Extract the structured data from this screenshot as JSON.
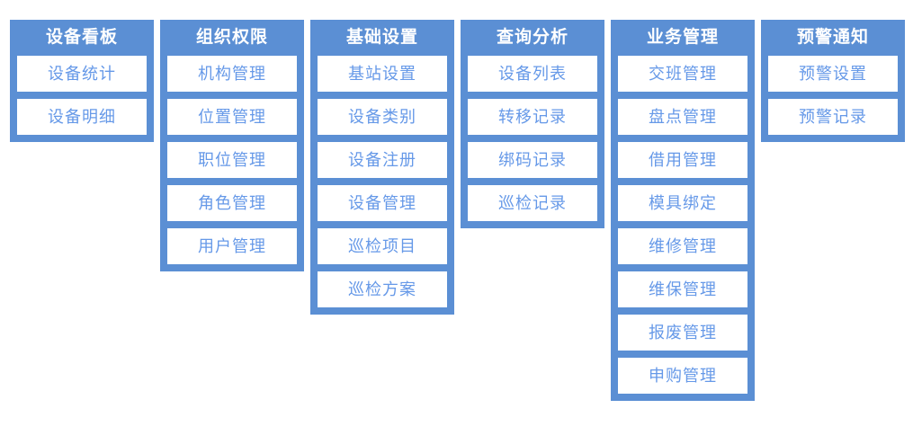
{
  "theme": {
    "panel_blue": "#5b8fd4",
    "item_background": "#ffffff",
    "item_text_blue": "#6699e8",
    "header_text": "#ffffff",
    "page_background": "#ffffff"
  },
  "columns": [
    {
      "title": "设备看板",
      "items": [
        {
          "label": "设备统计"
        },
        {
          "label": "设备明细"
        }
      ]
    },
    {
      "title": "组织权限",
      "items": [
        {
          "label": "机构管理"
        },
        {
          "label": "位置管理"
        },
        {
          "label": "职位管理"
        },
        {
          "label": "角色管理"
        },
        {
          "label": "用户管理"
        }
      ]
    },
    {
      "title": "基础设置",
      "items": [
        {
          "label": "基站设置"
        },
        {
          "label": "设备类别"
        },
        {
          "label": "设备注册"
        },
        {
          "label": "设备管理"
        },
        {
          "label": "巡检项目"
        },
        {
          "label": "巡检方案"
        }
      ]
    },
    {
      "title": "查询分析",
      "items": [
        {
          "label": "设备列表"
        },
        {
          "label": "转移记录"
        },
        {
          "label": "绑码记录"
        },
        {
          "label": "巡检记录"
        }
      ]
    },
    {
      "title": "业务管理",
      "items": [
        {
          "label": "交班管理"
        },
        {
          "label": "盘点管理"
        },
        {
          "label": "借用管理"
        },
        {
          "label": "模具绑定"
        },
        {
          "label": "维修管理"
        },
        {
          "label": "维保管理"
        },
        {
          "label": "报废管理"
        },
        {
          "label": "申购管理"
        }
      ]
    },
    {
      "title": "预警通知",
      "items": [
        {
          "label": "预警设置"
        },
        {
          "label": "预警记录"
        }
      ]
    }
  ]
}
